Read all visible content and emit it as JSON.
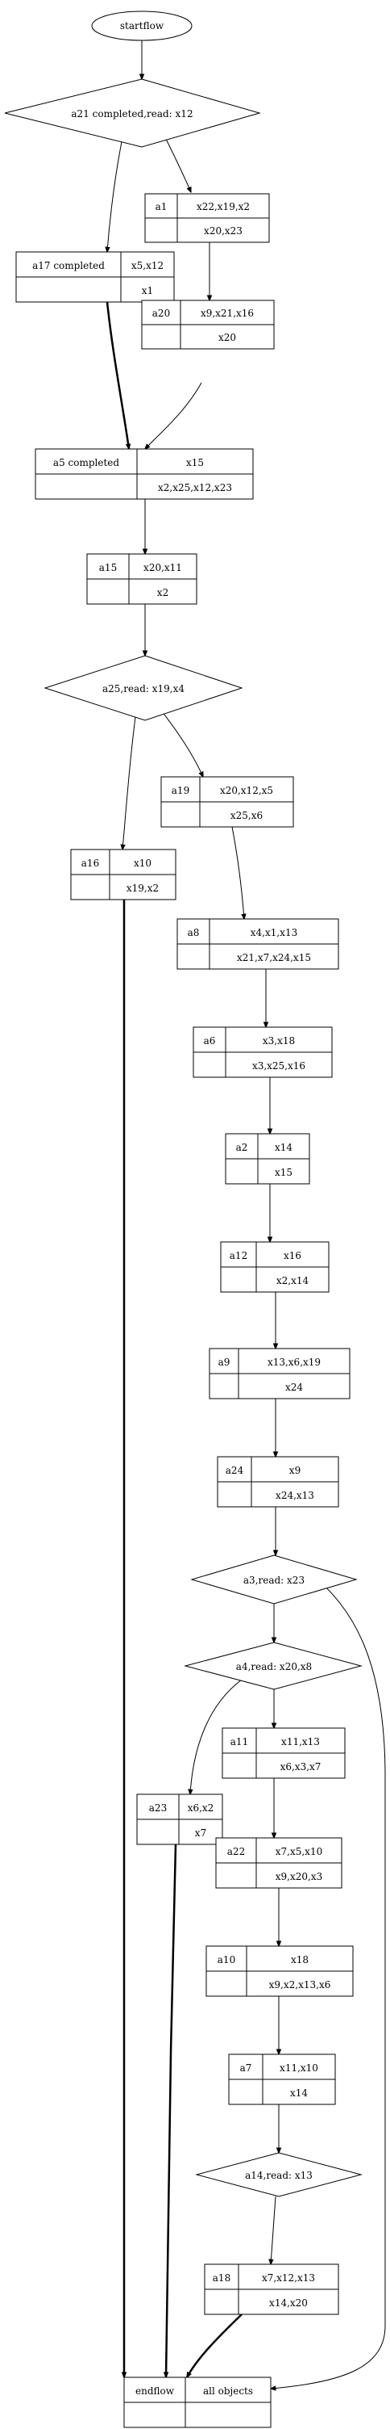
{
  "nodes": {
    "start": {
      "label": "startflow"
    },
    "d_a21": {
      "label": "a21 completed,read: x12"
    },
    "a1": {
      "name": "a1",
      "top": "x22,x19,x2",
      "bottom": "x20,x23"
    },
    "a17": {
      "name": "a17 completed",
      "top": "x5,x12",
      "bottom": "x1"
    },
    "a20": {
      "name": "a20",
      "top": "x9,x21,x16",
      "bottom": "x20"
    },
    "a5": {
      "name": "a5 completed",
      "top": "x15",
      "bottom": "x2,x25,x12,x23"
    },
    "a15": {
      "name": "a15",
      "top": "x20,x11",
      "bottom": "x2"
    },
    "d_a25": {
      "label": "a25,read: x19,x4"
    },
    "a19": {
      "name": "a19",
      "top": "x20,x12,x5",
      "bottom": "x25,x6"
    },
    "a16": {
      "name": "a16",
      "top": "x10",
      "bottom": "x19,x2"
    },
    "a8": {
      "name": "a8",
      "top": "x4,x1,x13",
      "bottom": "x21,x7,x24,x15"
    },
    "a6": {
      "name": "a6",
      "top": "x3,x18",
      "bottom": "x3,x25,x16"
    },
    "a2": {
      "name": "a2",
      "top": "x14",
      "bottom": "x15"
    },
    "a12": {
      "name": "a12",
      "top": "x16",
      "bottom": "x2,x14"
    },
    "a9": {
      "name": "a9",
      "top": "x13,x6,x19",
      "bottom": "x24"
    },
    "a24": {
      "name": "a24",
      "top": "x9",
      "bottom": "x24,x13"
    },
    "d_a3": {
      "label": "a3,read: x23"
    },
    "d_a4": {
      "label": "a4,read: x20,x8"
    },
    "a11": {
      "name": "a11",
      "top": "x11,x13",
      "bottom": "x6,x3,x7"
    },
    "a23": {
      "name": "a23",
      "top": "x6,x2",
      "bottom": "x7"
    },
    "a22": {
      "name": "a22",
      "top": "x7,x5,x10",
      "bottom": "x9,x20,x3"
    },
    "a10": {
      "name": "a10",
      "top": "x18",
      "bottom": "x9,x2,x13,x6"
    },
    "a7": {
      "name": "a7",
      "top": "x11,x10",
      "bottom": "x14"
    },
    "d_a14": {
      "label": "a14,read: x13"
    },
    "a18": {
      "name": "a18",
      "top": "x7,x12,x13",
      "bottom": "x14,x20"
    },
    "end": {
      "name": "endflow",
      "top": "all objects"
    }
  }
}
